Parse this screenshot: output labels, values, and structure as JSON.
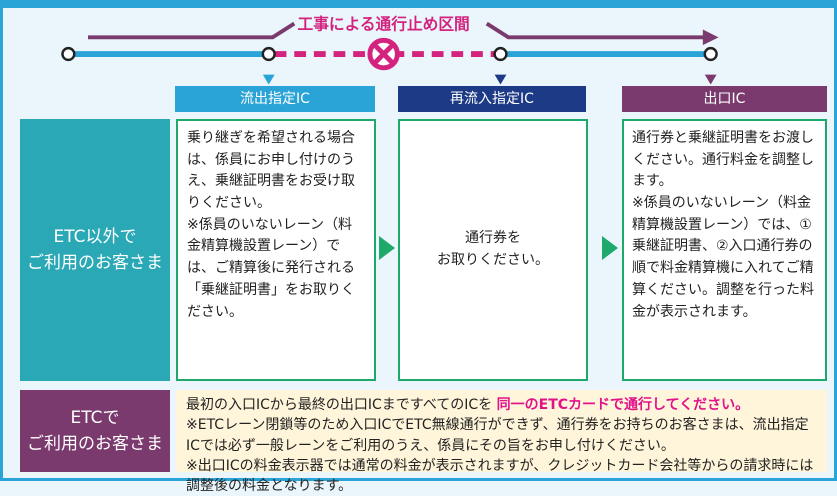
{
  "diagram": {
    "closure_label": "工事による通行止め区間",
    "colors": {
      "road": "#2aa3d6",
      "closure": "#d4237e",
      "arrow": "#7b3a6e"
    }
  },
  "columns": {
    "ryushutsu": "流出指定IC",
    "sairyunyu": "再流入指定IC",
    "deguchi": "出口IC"
  },
  "rows": {
    "etc_outside": {
      "label_line1": "ETC以外で",
      "label_line2": "ご利用のお客さま",
      "ryushutsu_text": "乗り継ぎを希望される場合は、係員にお申し付けのうえ、乗継証明書をお受け取りください。",
      "ryushutsu_note": "※係員のいないレーン（料金精算機設置レーン）では、ご精算後に発行される「乗継証明書」をお取りください。",
      "sairyunyu_line1": "通行券を",
      "sairyunyu_line2": "お取りください。",
      "deguchi_text": "通行券と乗継証明書をお渡しください。通行料金を調整します。",
      "deguchi_note": "※係員のいないレーン（料金精算機設置レーン）では、①乗継証明書、②入口通行券の順で料金精算機に入れてご精算ください。調整を行った料金が表示されます。"
    },
    "etc": {
      "label_line1": "ETCで",
      "label_line2": "ご利用のお客さま",
      "text1_pre": "最初の入口ICから最終の出口ICまですべてのICを",
      "text1_hl": "同一のETCカードで通行してください。",
      "text2": "※ETCレーン閉鎖等のため入口ICでETC無線通行ができず、通行券をお持ちのお客さまは、流出指定ICでは必ず一般レーンをご利用のうえ、係員にその旨をお申し付けください。",
      "text3": "※出口ICの料金表示器では通常の料金が表示されますが、クレジットカード会社等からの請求時には調整後の料金となります。"
    }
  }
}
